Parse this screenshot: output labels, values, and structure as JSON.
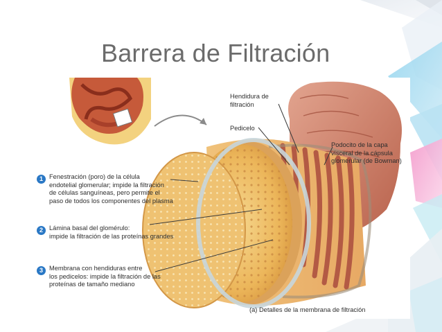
{
  "slide": {
    "title": "Barrera de Filtración"
  },
  "figure": {
    "labels": {
      "hendidura": "Hendidura de\nfiltración",
      "pedicelo": "Pedicelo",
      "podocito": "Podocito de la capa\nvisceral de la cápsula\nglomerular (de Bowman)",
      "caption": "(a) Detalles de la membrana de filtración"
    },
    "items": [
      {
        "number": "1",
        "text": "Fenestración (poro) de la célula\nendotelial glomerular; impide la filtración\nde células sanguíneas, pero permite el\npaso de todos los componentes del plasma"
      },
      {
        "number": "2",
        "text": "Lámina basal del glomérulo:\nimpide la filtración de las proteínas grandes"
      },
      {
        "number": "3",
        "text": "Membrana con hendiduras entre\nlos pedicelos: impide la filtración de las\nproteínas de tamaño mediano"
      }
    ]
  },
  "colors": {
    "title": "#6b6b6b",
    "badge": "#2a78c5",
    "tissue": "#c9725c",
    "endothelium": "#e9b45c"
  }
}
